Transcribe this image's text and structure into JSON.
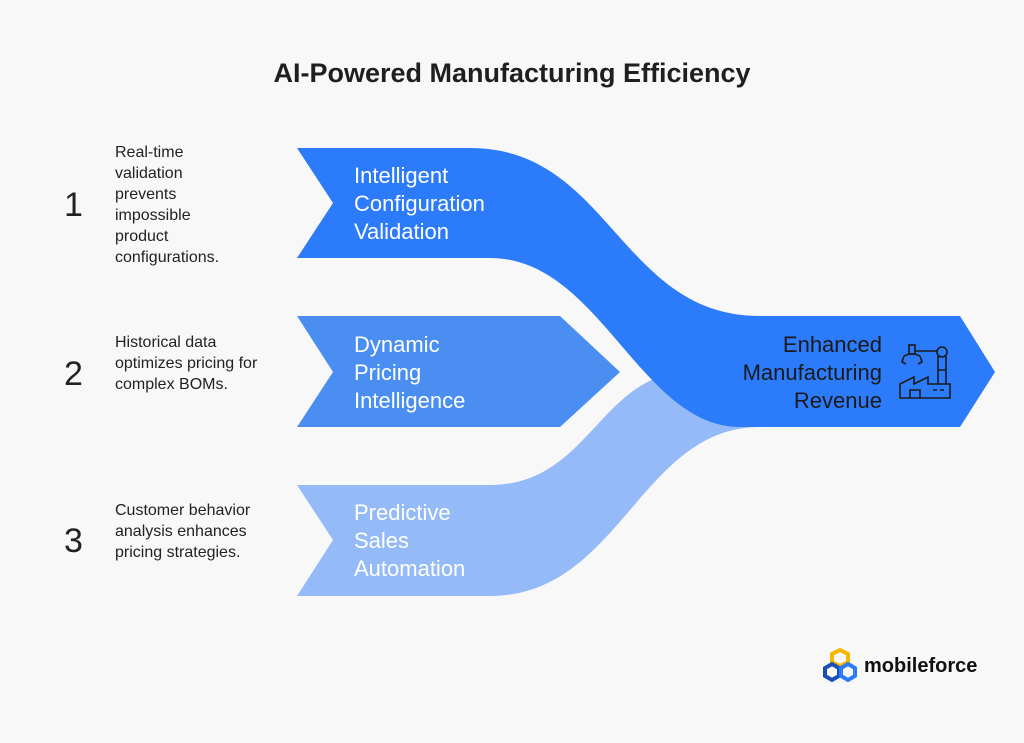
{
  "title": "AI-Powered Manufacturing Efficiency",
  "steps": [
    {
      "num": "1",
      "desc": "Real-time validation prevents impossible product configurations.",
      "label": "Intelligent Configuration Validation"
    },
    {
      "num": "2",
      "desc": "Historical data optimizes pricing for complex BOMs.",
      "label": "Dynamic Pricing Intelligence"
    },
    {
      "num": "3",
      "desc": "Customer behavior analysis enhances pricing strategies.",
      "label": "Predictive Sales Automation"
    }
  ],
  "output": {
    "label": "Enhanced Manufacturing Revenue",
    "icon": "factory-robot-arm-icon"
  },
  "logo": {
    "text": "mobileforce"
  },
  "colors": {
    "dark": "#2B7BFB",
    "mid": "#4A8EF2",
    "light": "#94BBF8",
    "bg": "#f8f8f8"
  }
}
